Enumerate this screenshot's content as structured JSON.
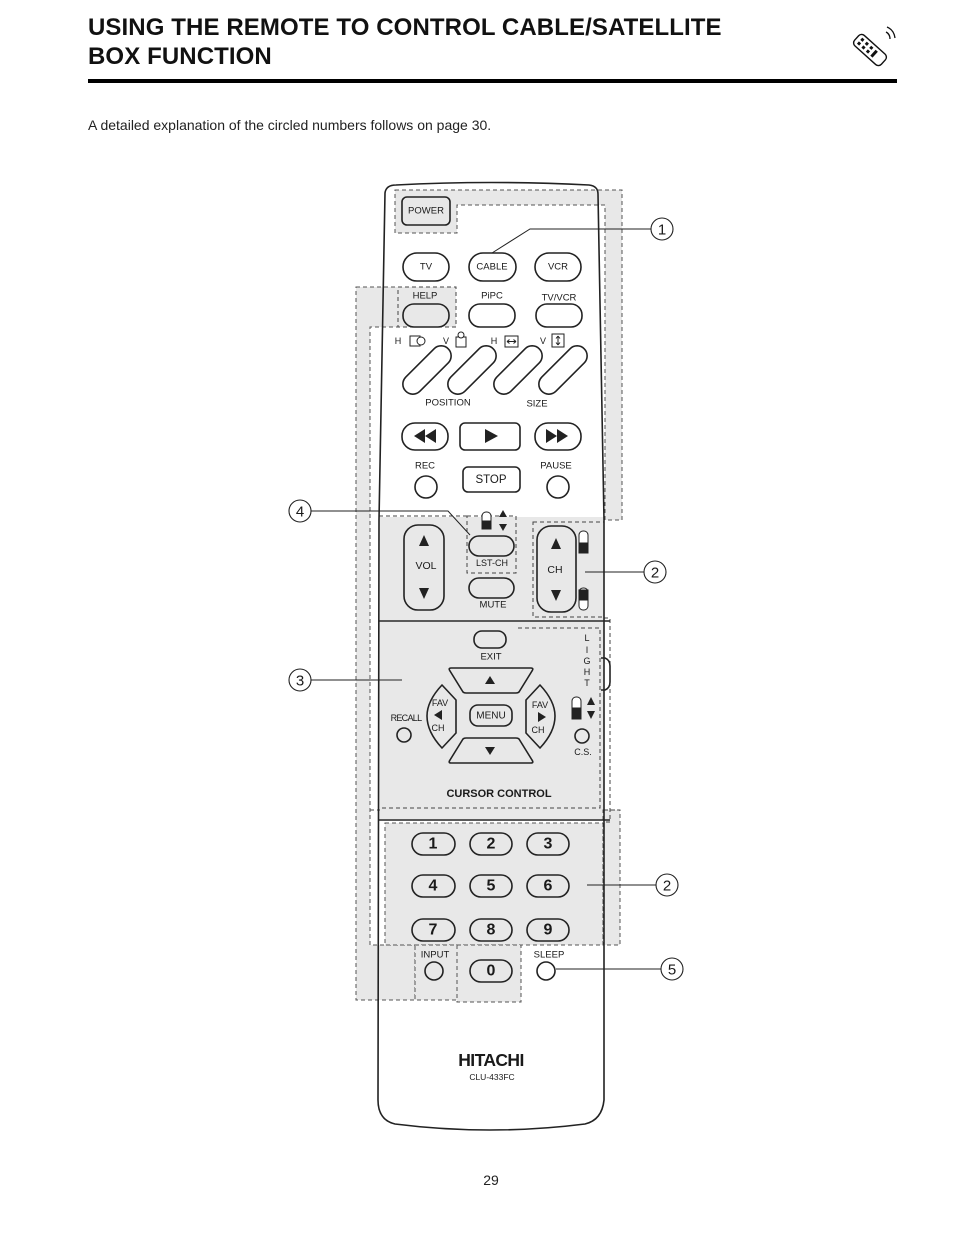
{
  "header": {
    "title_line1": "USING THE REMOTE TO CONTROL CABLE/SATELLITE",
    "title_line2": "BOX FUNCTION",
    "icon": "remote-control-icon"
  },
  "intro_text": "A detailed explanation of the circled numbers follows on page 30.",
  "remote": {
    "power": "POWER",
    "tv": "TV",
    "cable": "CABLE",
    "vcr": "VCR",
    "help": "HELP",
    "pipc": "PiPC",
    "tv_vcr": "TV/VCR",
    "position_h": "H",
    "position_v": "V",
    "size_h": "H",
    "size_v": "V",
    "position": "POSITION",
    "size": "SIZE",
    "rec": "REC",
    "stop": "STOP",
    "pause": "PAUSE",
    "vol": "VOL",
    "lst_ch": "LST-CH",
    "mute": "MUTE",
    "ch": "CH",
    "exit": "EXIT",
    "light": [
      "L",
      "I",
      "G",
      "H",
      "T"
    ],
    "fav_left": "FAV",
    "ch_left": "CH",
    "menu": "MENU",
    "fav_right": "FAV",
    "ch_right": "CH",
    "recall": "RECALL",
    "cs": "C.S.",
    "cursor_control": "CURSOR CONTROL",
    "keypad": [
      "1",
      "2",
      "3",
      "4",
      "5",
      "6",
      "7",
      "8",
      "9"
    ],
    "zero": "0",
    "input": "INPUT",
    "sleep": "SLEEP",
    "brand": "HITACHI",
    "model": "CLU-433FC"
  },
  "callouts": [
    "1",
    "2",
    "3",
    "4",
    "2",
    "5"
  ],
  "page_number": "29",
  "icons": {
    "rewind": "rewind-icon",
    "play": "play-icon",
    "fast_forward": "fast-forward-icon",
    "cable_box": "cable-box-icon"
  },
  "colors": {
    "highlight": "#e8e8e8",
    "ink": "#1a1a1a",
    "rule": "#000000"
  }
}
